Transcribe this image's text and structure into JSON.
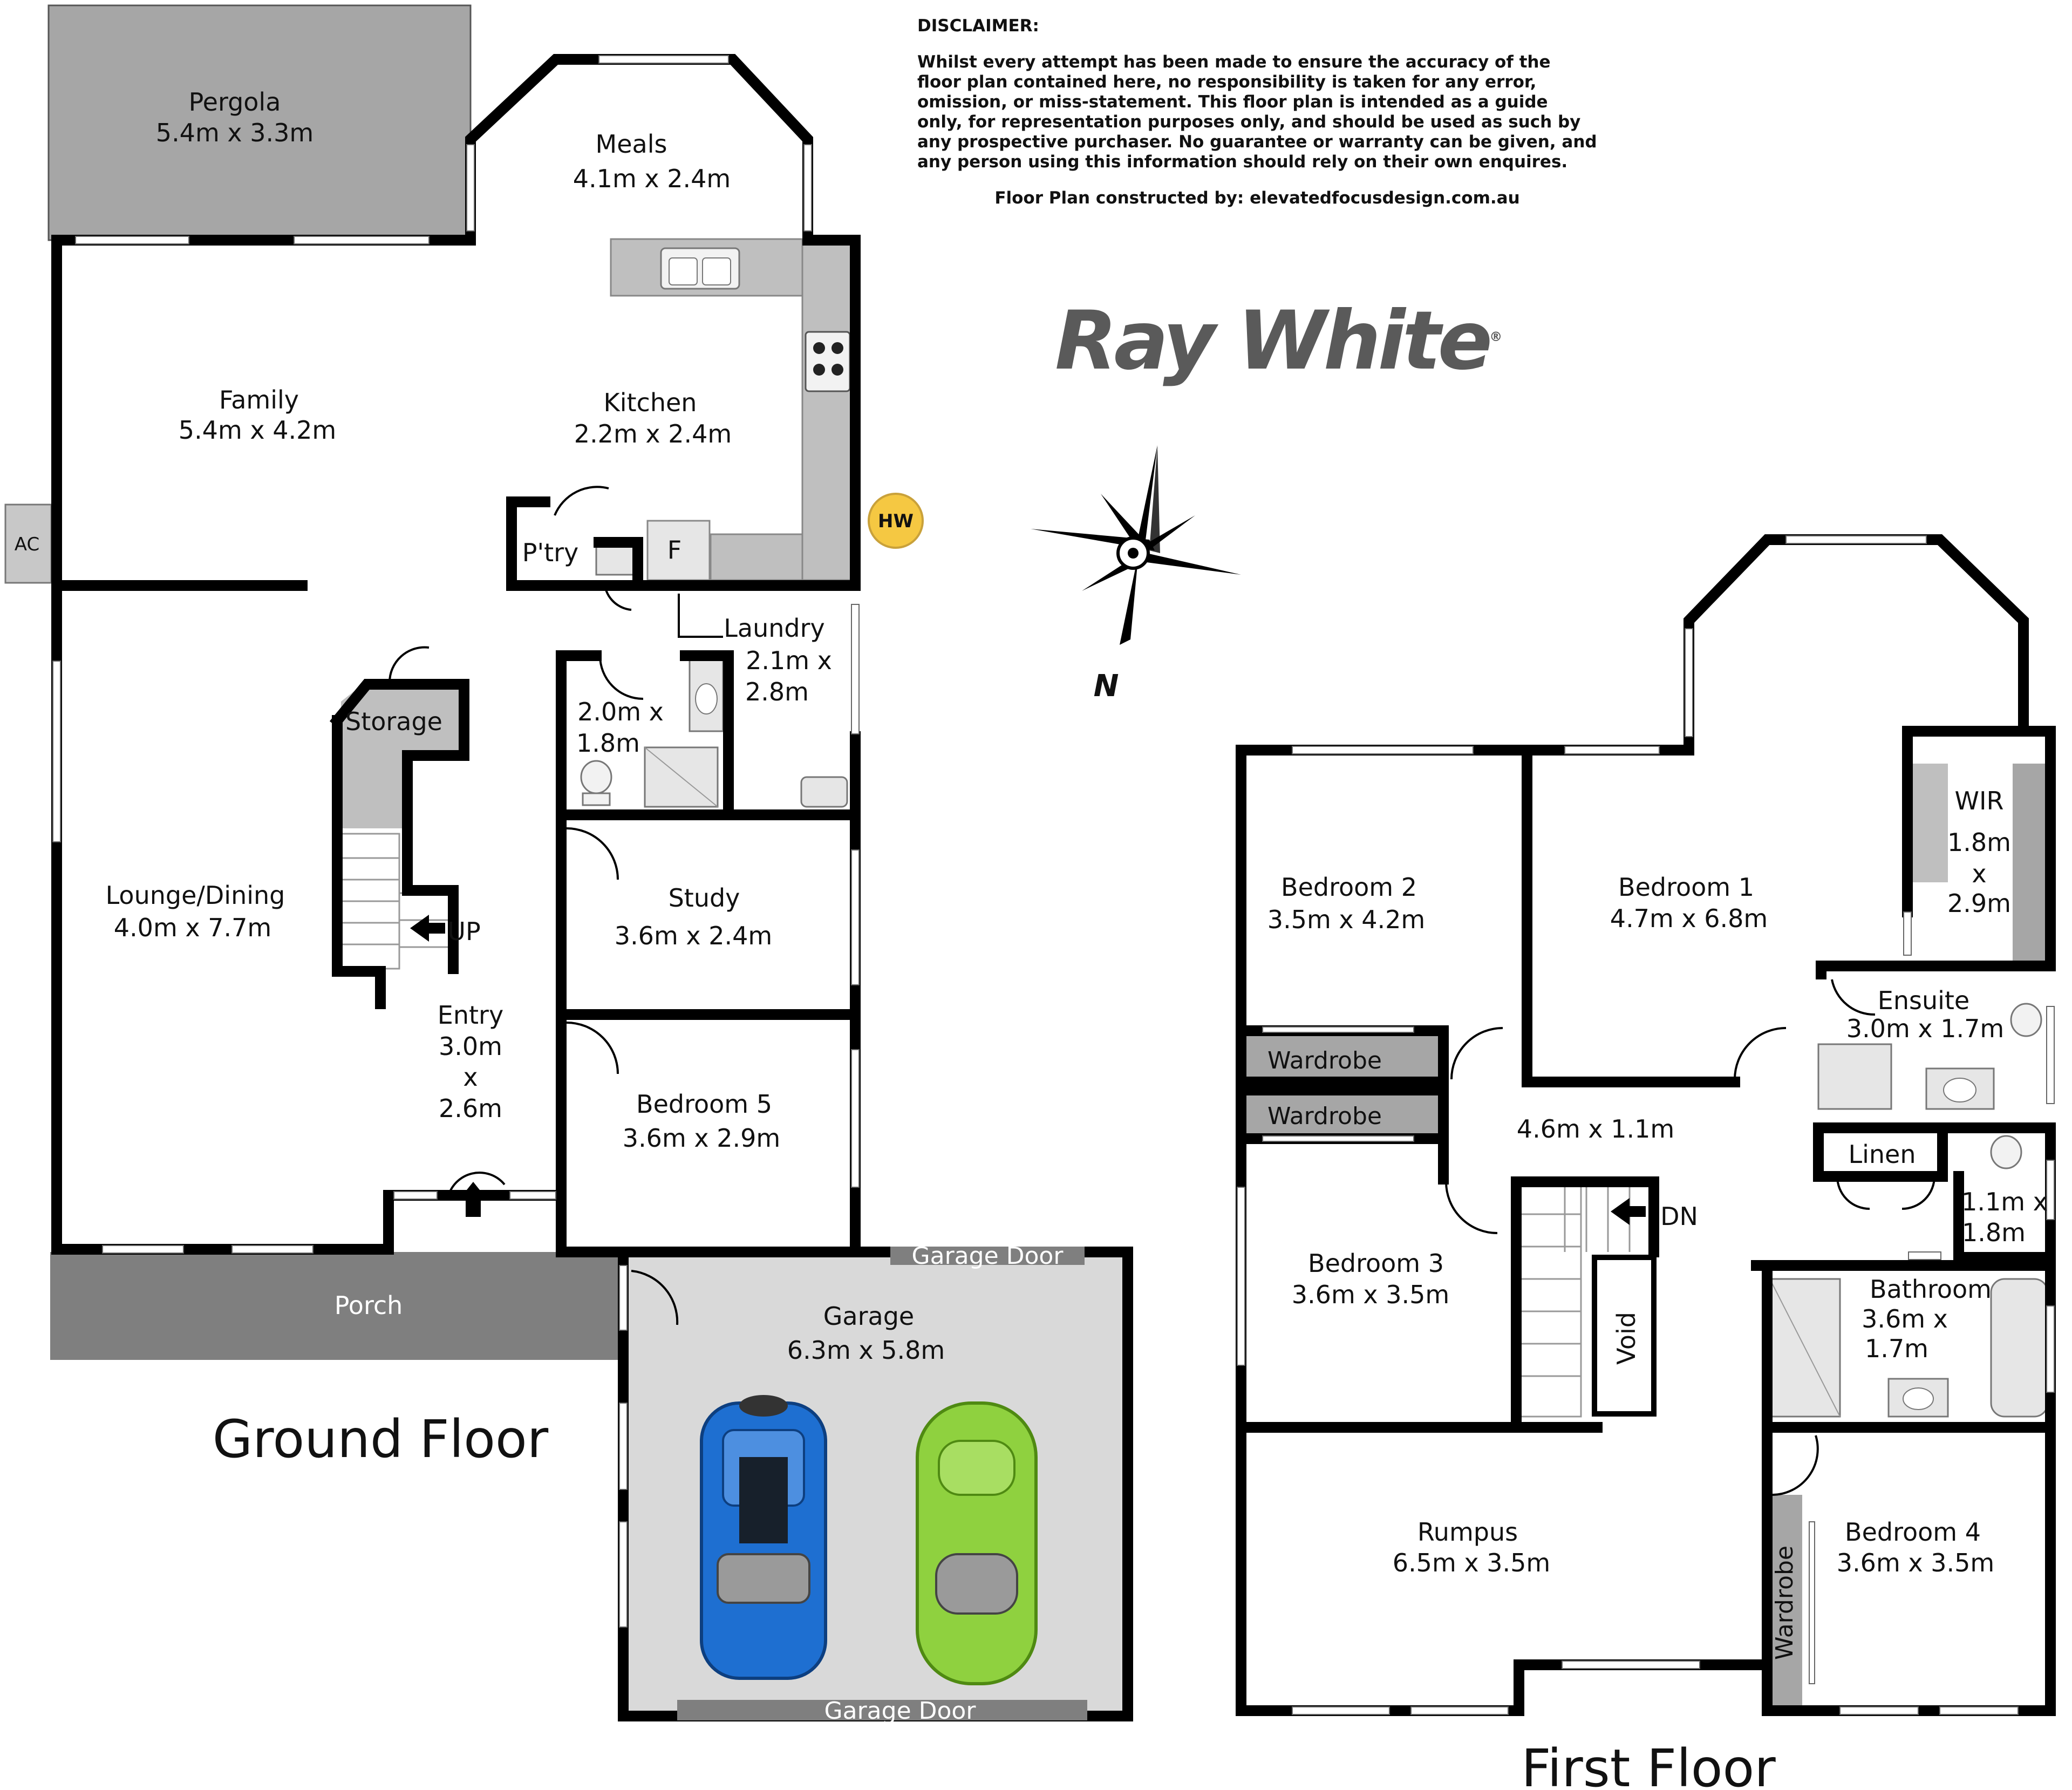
{
  "disclaimer": {
    "heading": "DISCLAIMER:",
    "body": "Whilst every attempt has been made to ensure the accuracy of the floor plan contained here, no responsibility is taken for any error, omission, or miss-statement. This floor plan is intended as a guide only, for representation purposes only, and should be used as such by any prospective purchaser. No guarantee or warranty can be given, and any person using this information should rely on their own enquires.",
    "credit": "Floor Plan constructed by: elevatedfocusdesign.com.au"
  },
  "logo": {
    "text": "Ray White",
    "mark": "®",
    "color": "#5a5a5a"
  },
  "compass": {
    "label": "N",
    "icon": "compass-rose-icon"
  },
  "colors": {
    "wall": "#000000",
    "porch": "#7f7f7f",
    "pergola": "#a6a6a6",
    "garage_floor": "#d9d9d9",
    "bench": "#bfbfbf",
    "hw": "#f5c842",
    "car1": "#1e6fd1",
    "car2": "#8fd13f"
  },
  "ground_floor": {
    "title": "Ground Floor",
    "rooms": {
      "pergola": {
        "name": "Pergola",
        "size": "5.4m x 3.3m"
      },
      "meals": {
        "name": "Meals",
        "size": "4.1m x 2.4m"
      },
      "family": {
        "name": "Family",
        "size": "5.4m x 4.2m"
      },
      "kitchen": {
        "name": "Kitchen",
        "size": "2.2m x 2.4m"
      },
      "pantry": {
        "name": "P'try"
      },
      "fridge": {
        "name": "F"
      },
      "hw": {
        "name": "HW"
      },
      "ac": {
        "name": "AC"
      },
      "laundry": {
        "name": "Laundry",
        "size1": "2.1m x",
        "size2": "2.8m"
      },
      "bath": {
        "size1": "2.0m x",
        "size2": "1.8m"
      },
      "storage": {
        "name": "Storage"
      },
      "up": {
        "name": "UP"
      },
      "lounge": {
        "name": "Lounge/Dining",
        "size": "4.0m x 7.7m"
      },
      "study": {
        "name": "Study",
        "size": "3.6m x 2.4m"
      },
      "entry": {
        "name": "Entry",
        "size1": "3.0m",
        "size2": "x",
        "size3": "2.6m"
      },
      "bedroom5": {
        "name": "Bedroom 5",
        "size": "3.6m x 2.9m"
      },
      "porch": {
        "name": "Porch"
      },
      "garage": {
        "name": "Garage",
        "size": "6.3m x 5.8m"
      },
      "garage_door_top": {
        "name": "Garage Door"
      },
      "garage_door_bottom": {
        "name": "Garage Door"
      }
    }
  },
  "first_floor": {
    "title": "First Floor",
    "rooms": {
      "bedroom2": {
        "name": "Bedroom 2",
        "size": "3.5m x 4.2m"
      },
      "bedroom1": {
        "name": "Bedroom 1",
        "size": "4.7m x 6.8m"
      },
      "wir": {
        "name": "WIR",
        "size1": "1.8m",
        "size2": "x",
        "size3": "2.9m"
      },
      "ensuite": {
        "name": "Ensuite",
        "size": "3.0m x 1.7m"
      },
      "wardrobe_a": {
        "name": "Wardrobe"
      },
      "wardrobe_b": {
        "name": "Wardrobe"
      },
      "hall": {
        "size": "4.6m x 1.1m"
      },
      "linen": {
        "name": "Linen"
      },
      "wc": {
        "size1": "1.1m x",
        "size2": "1.8m"
      },
      "dn": {
        "name": "DN"
      },
      "bedroom3": {
        "name": "Bedroom 3",
        "size": "3.6m x 3.5m"
      },
      "void": {
        "name": "Void"
      },
      "bathroom": {
        "name": "Bathroom",
        "size1": "3.6m x",
        "size2": "1.7m"
      },
      "rumpus": {
        "name": "Rumpus",
        "size": "6.5m x 3.5m"
      },
      "bedroom4": {
        "name": "Bedroom 4",
        "size": "3.6m x 3.5m"
      },
      "wardrobe_c": {
        "name": "Wardrobe"
      }
    }
  }
}
